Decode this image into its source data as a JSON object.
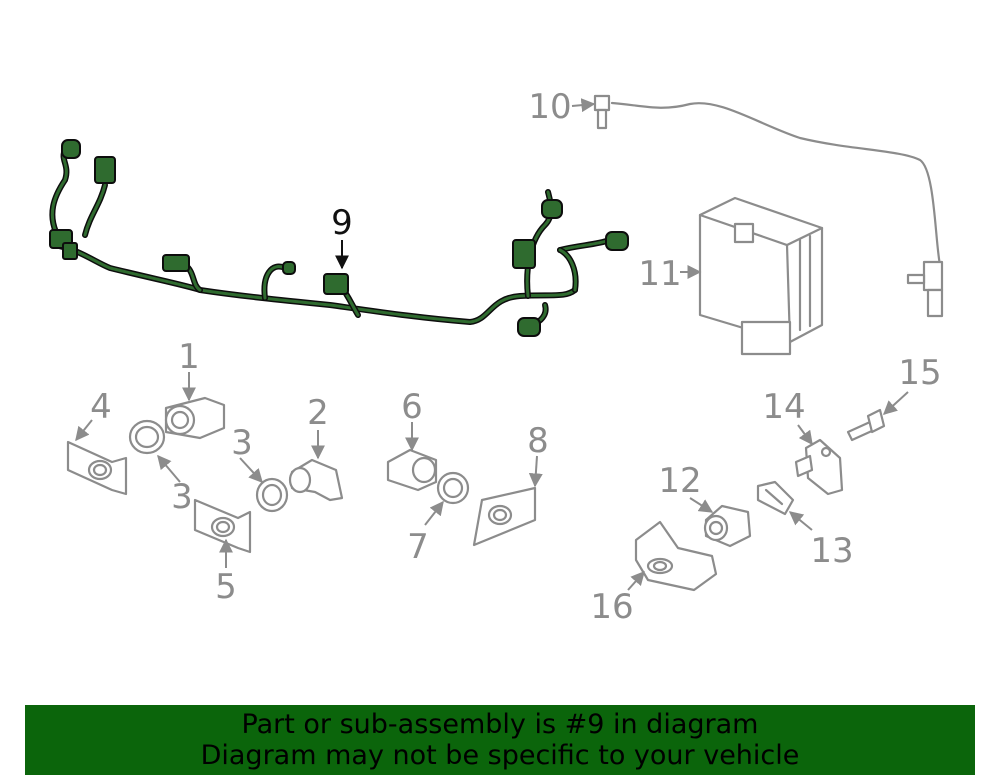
{
  "callouts": {
    "c1": "1",
    "c2": "2",
    "c3a": "3",
    "c3b": "3",
    "c4": "4",
    "c5": "5",
    "c6": "6",
    "c7": "7",
    "c8": "8",
    "c9": "9",
    "c10": "10",
    "c11": "11",
    "c12": "12",
    "c13": "13",
    "c14": "14",
    "c15": "15",
    "c16": "16"
  },
  "colors": {
    "highlight": "#2f6b2f",
    "banner": "#0b650b",
    "part_line": "#8c8c8c"
  },
  "banner": {
    "line1": "Part or sub-assembly is #9 in diagram",
    "line2": "Diagram may not be specific to your vehicle"
  }
}
